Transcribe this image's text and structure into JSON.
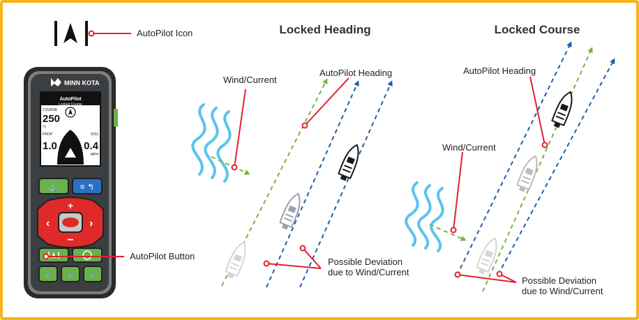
{
  "titles": {
    "locked_heading": "Locked Heading",
    "locked_course": "Locked Course"
  },
  "labels": {
    "autopilot_icon": "AutoPilot Icon",
    "autopilot_button": "AutoPilot Button",
    "wind_current": "Wind/Current",
    "autopilot_heading": "AutoPilot Heading",
    "deviation_line1": "Possible Deviation",
    "deviation_line2": "due to Wind/Current"
  },
  "remote": {
    "brand": "MINN KOTA",
    "screen_title": "AutoPilot",
    "screen_subtitle": "Locked Course",
    "course_label": "COURSE",
    "course_value": "250",
    "course_unit": "°T",
    "prop_label": "PROP",
    "prop_value": "1.0",
    "sog_label": "SOG",
    "sog_value": "0.4",
    "sog_unit": "MPH"
  },
  "colors": {
    "border": "#f5b51b",
    "callout": "#e02030",
    "green_path": "#7bb142",
    "blue_path": "#1e5fa8",
    "wave": "#5cc3ec",
    "button_green": "#6ab04c",
    "button_red": "#e02a2a",
    "button_blue": "#2a6fc2"
  }
}
